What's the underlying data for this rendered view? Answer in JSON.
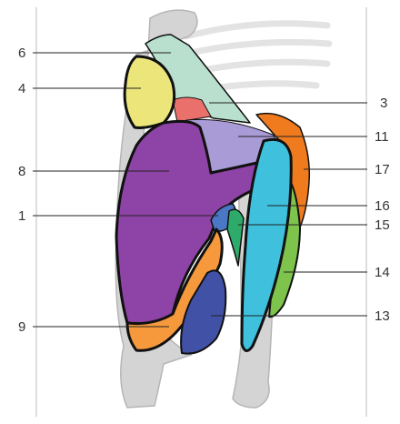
{
  "colors": {
    "bone": "#d4d4d4",
    "bone_edge": "#b5b5b5",
    "muscle_6": "#b9dfcf",
    "muscle_4": "#ece57a",
    "muscle_red": "#e9706b",
    "muscle_11": "#a99bd6",
    "muscle_8": "#8e43a6",
    "muscle_1": "#4a78c4",
    "muscle_9": "#f6993c",
    "muscle_13": "#4151a6",
    "muscle_16": "#3fc0dd",
    "muscle_17": "#f07b1f",
    "muscle_14": "#7ec44c",
    "muscle_15": "#2eab6a"
  },
  "labels": {
    "left": [
      "6",
      "4",
      "8",
      "1",
      "9"
    ],
    "right": [
      "3",
      "11",
      "17",
      "16",
      "15",
      "14",
      "13"
    ]
  }
}
